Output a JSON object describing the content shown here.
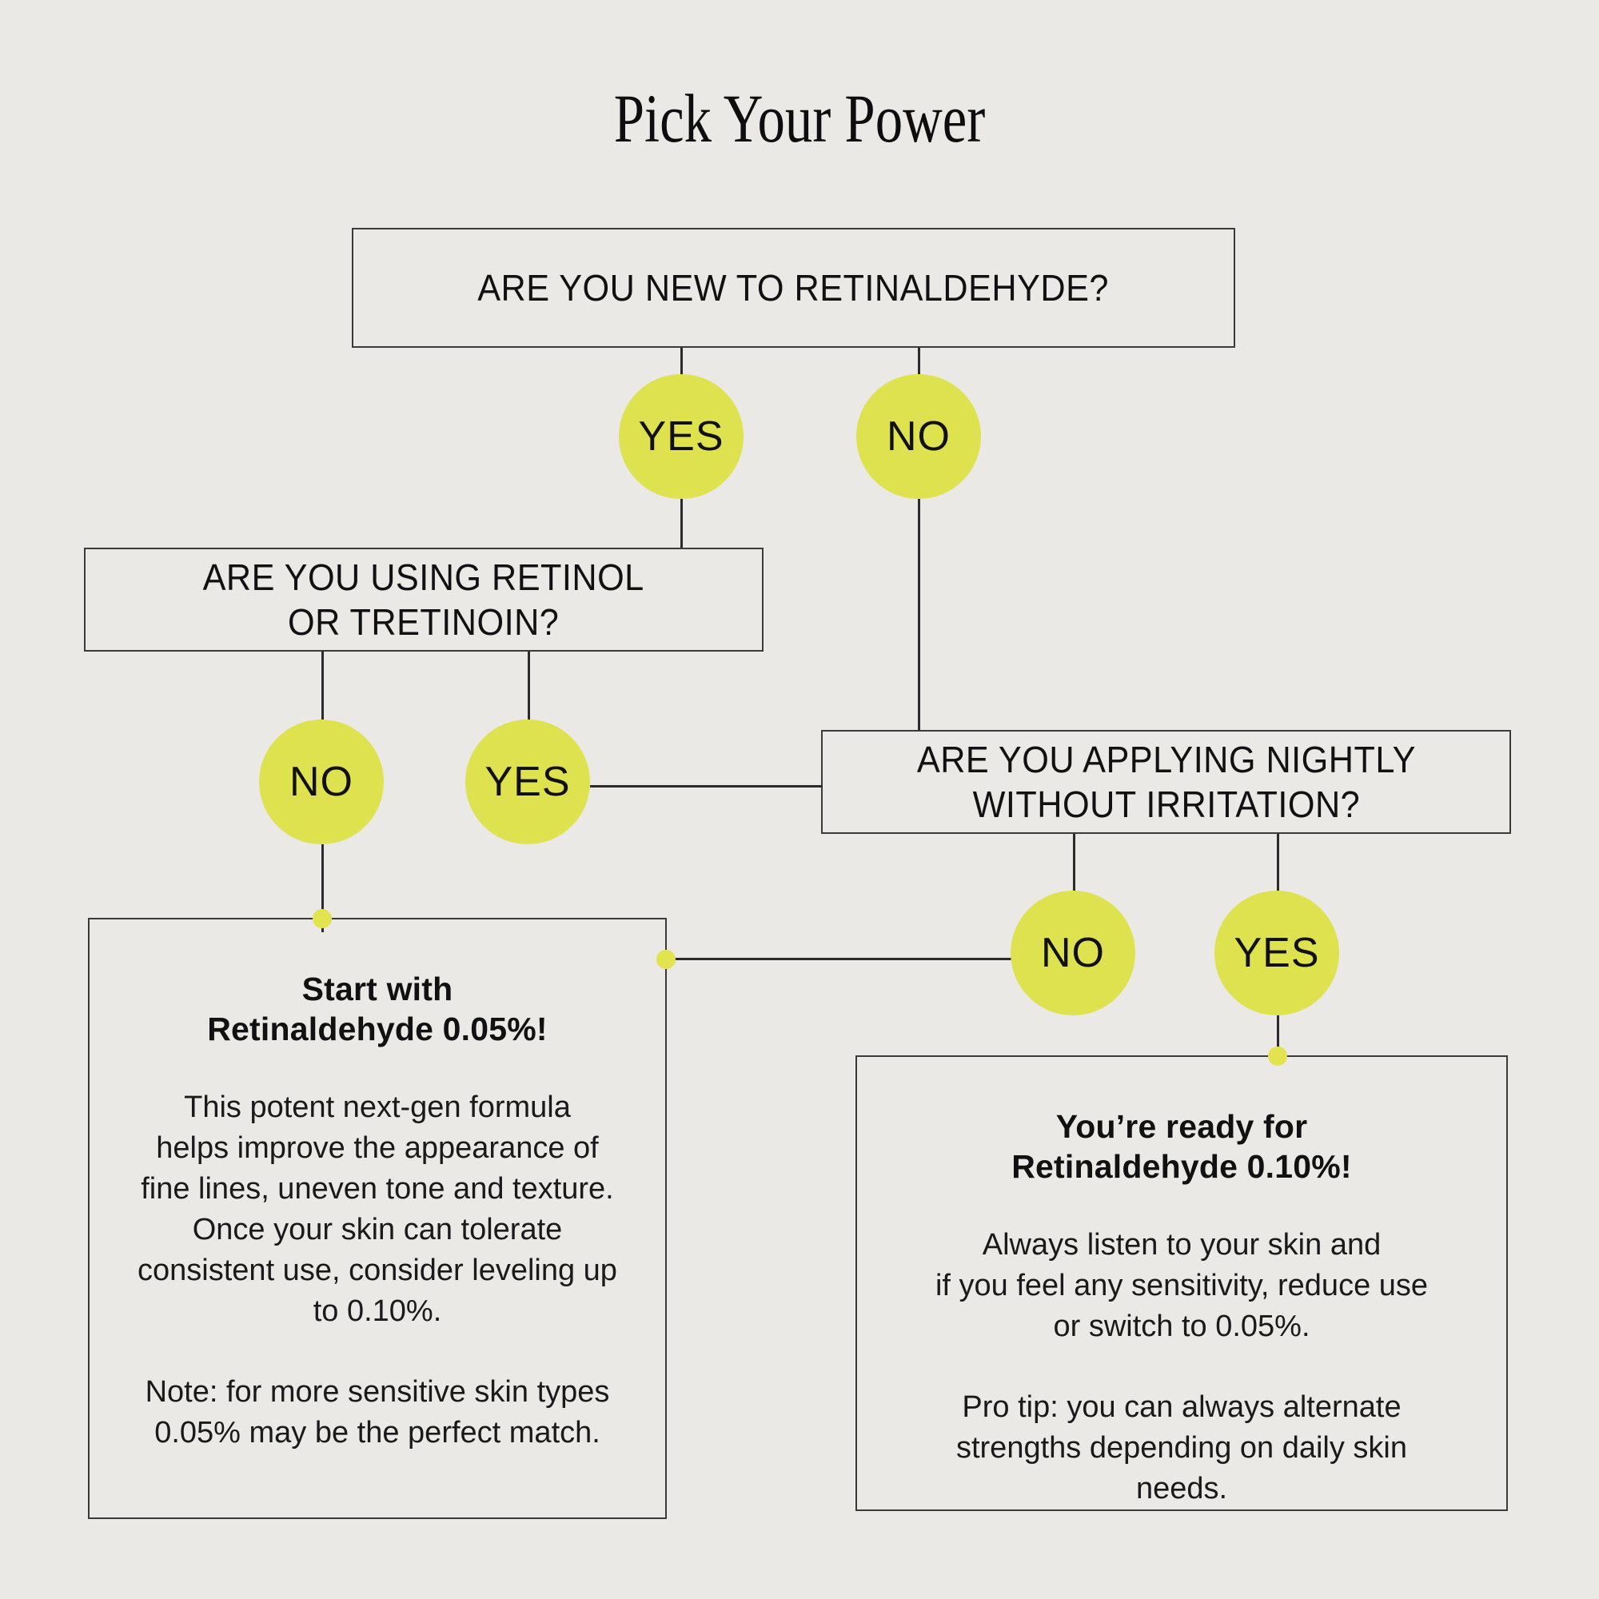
{
  "page": {
    "title": "Pick Your Power",
    "background_color": "#EAE9E6",
    "accent_color": "#DEE24E",
    "line_color": "#2B2B2B",
    "text_color": "#111111"
  },
  "nodes": {
    "q1": {
      "text": "ARE YOU NEW TO RETINALDEHYDE?"
    },
    "q2": {
      "text": "ARE YOU USING RETINOL\nOR TRETINOIN?"
    },
    "q3": {
      "text": "ARE YOU APPLYING NIGHTLY\nWITHOUT IRRITATION?"
    }
  },
  "answers": {
    "q1_yes": "YES",
    "q1_no": "NO",
    "q2_no": "NO",
    "q2_yes": "YES",
    "q3_no": "NO",
    "q3_yes": "YES"
  },
  "results": {
    "left": {
      "heading": "Start with\nRetinaldehyde 0.05%!",
      "paragraph_1": "This potent next-gen formula\nhelps improve the appearance of\nfine lines, uneven tone and texture.\nOnce your skin can tolerate\nconsistent use, consider leveling up\nto 0.10%.",
      "paragraph_2": "Note: for more sensitive skin types\n0.05% may be the perfect match."
    },
    "right": {
      "heading": "You’re ready for\nRetinaldehyde 0.10%!",
      "paragraph_1": "Always listen to your skin and\nif you feel any sensitivity, reduce use\nor switch to 0.05%.",
      "paragraph_2": "Pro tip: you can always alternate\nstrengths depending on daily skin\nneeds."
    }
  }
}
